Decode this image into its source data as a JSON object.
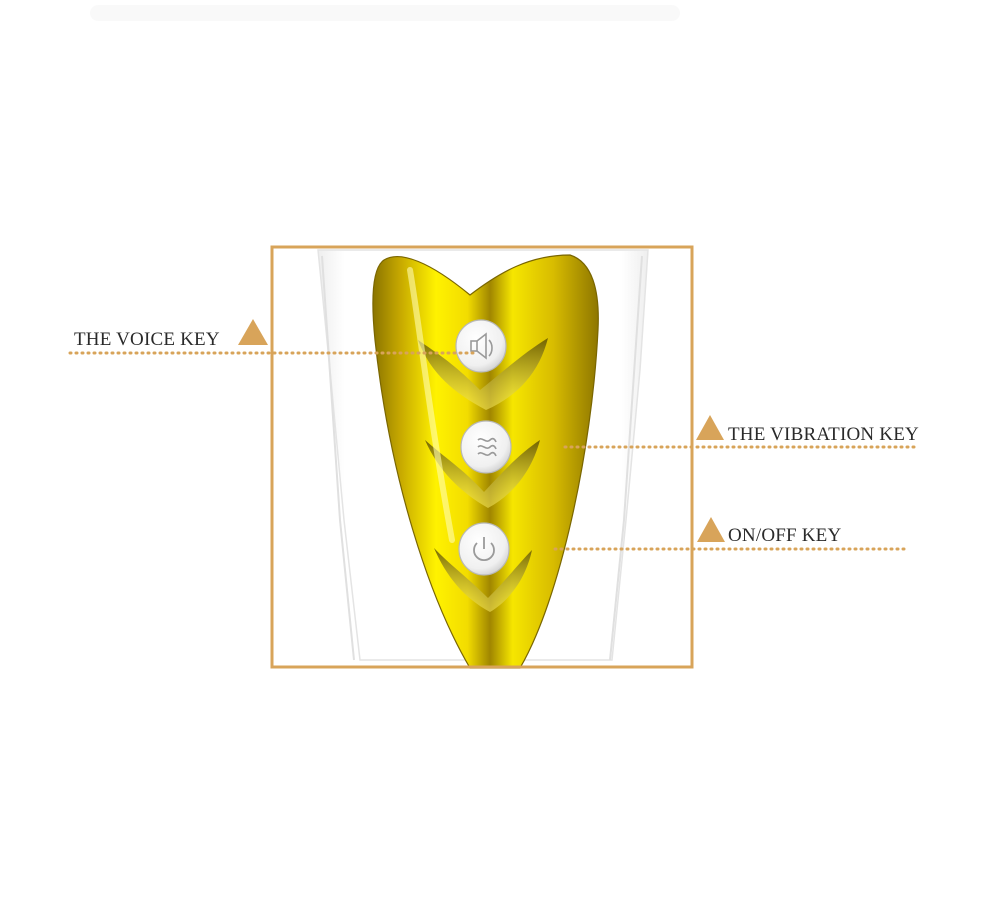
{
  "callouts": {
    "voice_key": "THE VOICE KEY",
    "vibration_key": "THE VIBRATION KEY",
    "onoff_key": "ON/OFF KEY"
  },
  "colors": {
    "frame": "#d8a45a",
    "marker": "#d8a45a",
    "leader_dots": "#d8a45a",
    "gold_light": "#fff200",
    "gold_mid": "#e2c300",
    "gold_dark": "#8a7400",
    "button": "#f4f4f4"
  },
  "icons": {
    "voice_key": "speaker-icon",
    "vibration_key": "vibration-waves-icon",
    "onoff_key": "power-icon"
  }
}
